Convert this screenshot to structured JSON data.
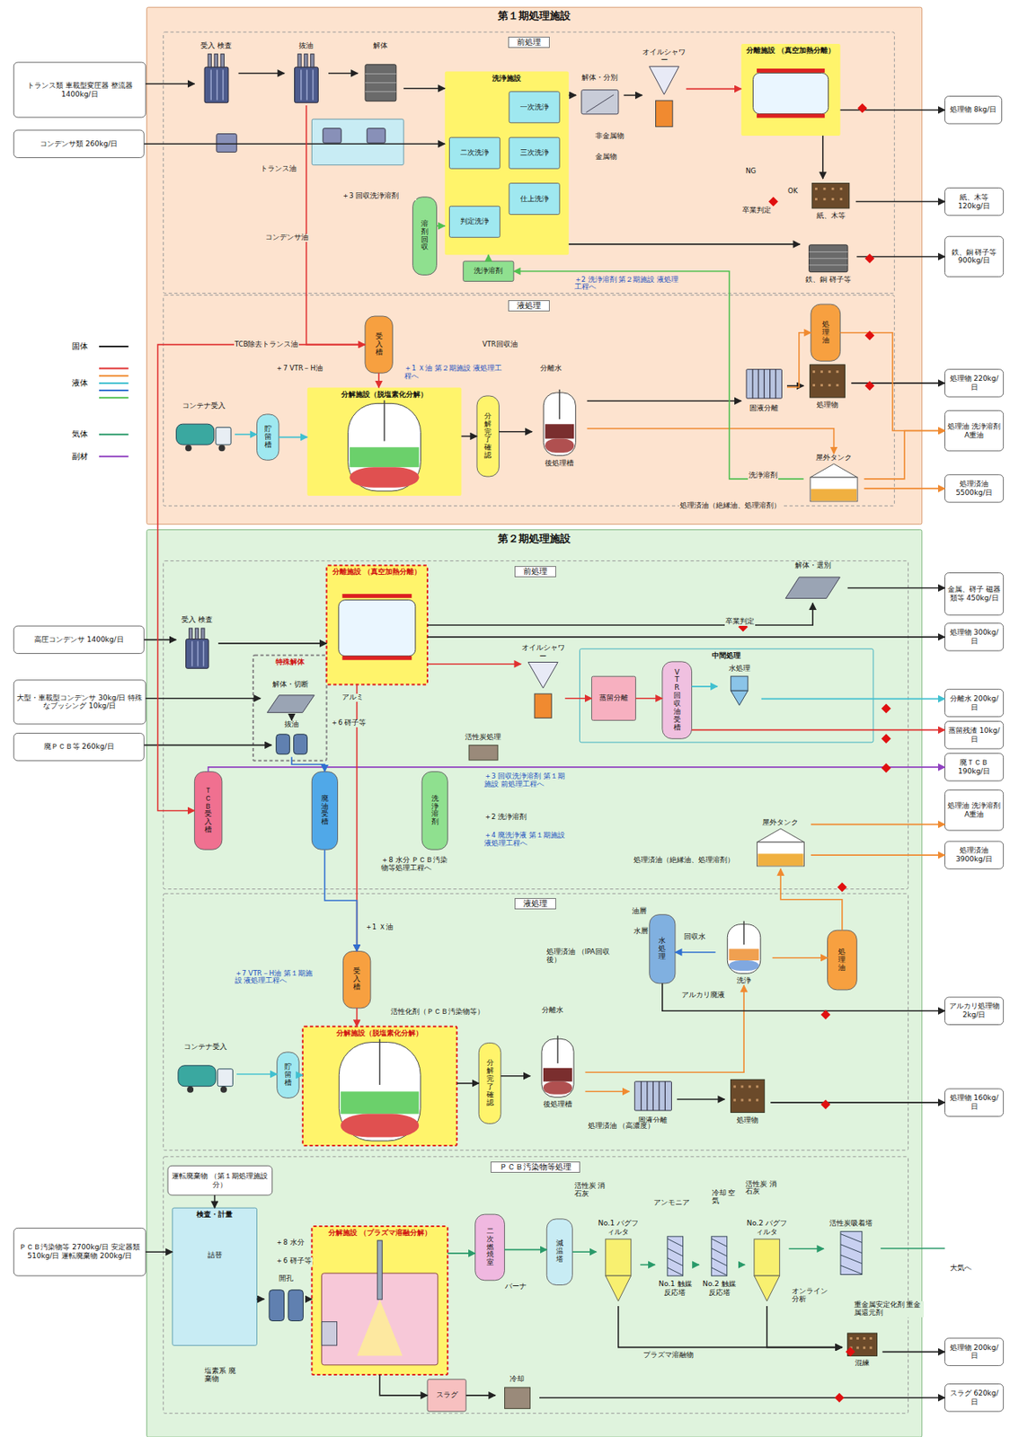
{
  "diagram": {
    "nodes": [
      {
        "text": [
          "第１期処理施設"
        ]
      },
      {
        "text": [
          "前処理"
        ],
        "in": 0
      },
      {
        "text": [
          "液処理"
        ],
        "in": 0
      },
      {
        "text": [
          "受入 検査"
        ],
        "in": 1
      },
      {
        "text": [
          "抜油"
        ],
        "in": 1
      },
      {
        "text": [
          "解体"
        ],
        "in": 1
      },
      {
        "text": [
          "洗浄施設"
        ],
        "in": 1
      },
      {
        "text": [
          "一次洗浄"
        ],
        "in": 6
      },
      {
        "text": [
          "二次洗浄"
        ],
        "in": 6
      },
      {
        "text": [
          "三次洗浄"
        ],
        "in": 6
      },
      {
        "text": [
          "仕上洗浄"
        ],
        "in": 6
      },
      {
        "text": [
          "判定洗浄"
        ],
        "in": 6
      },
      {
        "text": [
          "洗浄溶剤"
        ],
        "in": 1
      },
      {
        "text": [
          "溶剤回収"
        ],
        "in": 1
      },
      {
        "text": [
          "解体・分別"
        ],
        "in": 1
      },
      {
        "text": [
          "オイルシャワー"
        ],
        "in": 1
      },
      {
        "text": [
          "分離施設 （真空加熱分離）"
        ],
        "in": 1
      },
      {
        "text": [
          "紙、木等"
        ],
        "in": 1
      },
      {
        "text": [
          "鉄、銅 碍子等"
        ],
        "in": 1
      },
      {
        "text": [
          "処理物 8kg/日"
        ]
      },
      {
        "text": [
          "紙、木等 120kg/日"
        ]
      },
      {
        "text": [
          "鉄、銅 碍子等 900kg/日"
        ]
      },
      {
        "text": [
          "トランス類 車載型変圧器 整流器 1400kg/日"
        ]
      },
      {
        "text": [
          "コンデンサ類 260kg/日"
        ]
      },
      {
        "text": [
          "受入槽"
        ],
        "in": 2
      },
      {
        "text": [
          "コンテナ受入"
        ],
        "in": 2
      },
      {
        "text": [
          "貯留槽"
        ],
        "in": 2
      },
      {
        "text": [
          "分解施設（脱塩素化分解）"
        ],
        "in": 2
      },
      {
        "text": [
          "分解完了確認"
        ],
        "in": 2
      },
      {
        "text": [
          "後処理槽"
        ],
        "in": 2
      },
      {
        "text": [
          "固液分離"
        ],
        "in": 2
      },
      {
        "text": [
          "処理物"
        ],
        "in": 2
      },
      {
        "text": [
          "処理油"
        ],
        "in": 2
      },
      {
        "text": [
          "屋外タンク"
        ],
        "in": 2
      },
      {
        "text": [
          "処理物 220kg/日"
        ]
      },
      {
        "text": [
          "処理油 洗浄溶剤 A重油"
        ]
      },
      {
        "text": [
          "処理済油 5500kg/日"
        ]
      },
      {
        "text": [
          "第２期処理施設"
        ]
      },
      {
        "text": [
          "前処理"
        ],
        "in": 37
      },
      {
        "text": [
          "液処理"
        ],
        "in": 37
      },
      {
        "text": [
          "ＰＣＢ汚染物等処理"
        ],
        "in": 37
      },
      {
        "text": [
          "特殊解体"
        ],
        "in": 38
      },
      {
        "text": [
          "高圧コンデンサ 1400kg/日"
        ]
      },
      {
        "text": [
          "大型・車載型コンデンサ 30kg/日 特殊なブッシング 10kg/日"
        ]
      },
      {
        "text": [
          "廃ＰＣＢ等 260kg/日"
        ]
      },
      {
        "text": [
          "受入 検査"
        ],
        "in": 38
      },
      {
        "text": [
          "分離施設 （真空加熱分離）"
        ],
        "in": 38
      },
      {
        "text": [
          "解体・切断"
        ],
        "in": 41
      },
      {
        "text": [
          "抜油"
        ],
        "in": 41
      },
      {
        "text": [
          "解体・選別"
        ],
        "in": 38
      },
      {
        "text": [
          "オイルシャワー"
        ],
        "in": 38
      },
      {
        "text": [
          "中間処理"
        ],
        "in": 38
      },
      {
        "text": [
          "蒸留分離"
        ],
        "in": 51
      },
      {
        "text": [
          "VTR回収油受槽"
        ],
        "in": 51
      },
      {
        "text": [
          "水処理"
        ],
        "in": 51
      },
      {
        "text": [
          "活性炭処理"
        ],
        "in": 38
      },
      {
        "text": [
          "ＴＣＢ受入槽"
        ],
        "in": 38
      },
      {
        "text": [
          "廃油受槽"
        ],
        "in": 38
      },
      {
        "text": [
          "洗浄溶剤"
        ],
        "in": 38
      },
      {
        "text": [
          "屋外タンク"
        ],
        "in": 38
      },
      {
        "text": [
          "金属、碍子 磁器類等 450kg/日"
        ]
      },
      {
        "text": [
          "処理物 300kg/日"
        ]
      },
      {
        "text": [
          "分離水 200kg/日"
        ]
      },
      {
        "text": [
          "蒸留残渣 10kg/日"
        ]
      },
      {
        "text": [
          "廃ＴＣＢ 190kg/日"
        ]
      },
      {
        "text": [
          "処理油 洗浄溶剤 A重油"
        ]
      },
      {
        "text": [
          "処理済油 3900kg/日"
        ]
      },
      {
        "text": [
          "受入槽"
        ],
        "in": 39
      },
      {
        "text": [
          "コンテナ受入"
        ],
        "in": 39
      },
      {
        "text": [
          "貯留槽"
        ],
        "in": 39
      },
      {
        "text": [
          "分解施設（脱塩素化分解）"
        ],
        "in": 39
      },
      {
        "text": [
          "分解完了確認"
        ],
        "in": 39
      },
      {
        "text": [
          "後処理槽"
        ],
        "in": 39
      },
      {
        "text": [
          "水処理"
        ],
        "in": 39
      },
      {
        "text": [
          "洗浄"
        ],
        "in": 39
      },
      {
        "text": [
          "処理油"
        ],
        "in": 39
      },
      {
        "text": [
          "固液分離"
        ],
        "in": 39
      },
      {
        "text": [
          "処理物"
        ],
        "in": 39
      },
      {
        "text": [
          "アルカリ処理物 2kg/日"
        ]
      },
      {
        "text": [
          "処理物 160kg/日"
        ]
      },
      {
        "text": [
          "運転廃棄物 （第１期処理施設分）"
        ],
        "in": 40
      },
      {
        "text": [
          "ＰＣＢ汚染物等 2700kg/日 安定器類 510kg/日 運転廃棄物 200kg/日"
        ]
      },
      {
        "text": [
          "検査・計量",
          "詰替"
        ],
        "in": 40
      },
      {
        "text": [
          "開孔"
        ],
        "in": 40
      },
      {
        "text": [
          "分解施設 （プラズマ溶融分解）"
        ],
        "in": 40
      },
      {
        "text": [
          "二次燃焼室"
        ],
        "in": 40
      },
      {
        "text": [
          "減温塔"
        ],
        "in": 40
      },
      {
        "text": [
          "No.1 バグフィルタ"
        ],
        "in": 40
      },
      {
        "text": [
          "No.1 触媒反応塔"
        ],
        "in": 40
      },
      {
        "text": [
          "No.2 触媒反応塔"
        ],
        "in": 40
      },
      {
        "text": [
          "No.2 バグフィルタ"
        ],
        "in": 40
      },
      {
        "text": [
          "活性炭吸着塔"
        ],
        "in": 40
      },
      {
        "text": [
          "スラグ"
        ],
        "in": 40
      },
      {
        "text": [
          "冷却"
        ],
        "in": 40
      },
      {
        "text": [
          "混練"
        ],
        "in": 40
      },
      {
        "text": [
          "処理物 200kg/日"
        ]
      },
      {
        "text": [
          "スラグ 620kg/日"
        ]
      }
    ],
    "edges": [
      {
        "from": 22,
        "to": 3,
        "arrow": "to"
      },
      {
        "from": 3,
        "to": 4,
        "arrow": "to"
      },
      {
        "from": 4,
        "to": 5,
        "arrow": "to"
      },
      {
        "from": 5,
        "to": 6,
        "arrow": "to"
      },
      {
        "from": 23,
        "to": 6,
        "arrow": "to"
      },
      {
        "from": 12,
        "to": 6,
        "arrow": "to"
      },
      {
        "from": 13,
        "to": 6,
        "arrow": "to"
      },
      {
        "from": 6,
        "to": 14,
        "arrow": "to"
      },
      {
        "from": 14,
        "to": 15,
        "arrow": "to"
      },
      {
        "from": 15,
        "to": 16,
        "arrow": "to"
      },
      {
        "from": 16,
        "to": 19,
        "arrow": "to"
      },
      {
        "from": 16,
        "to": 17,
        "arrow": "to"
      },
      {
        "from": 17,
        "to": 20,
        "arrow": "to"
      },
      {
        "from": 6,
        "to": 18,
        "arrow": "to"
      },
      {
        "from": 18,
        "to": 21,
        "arrow": "to"
      },
      {
        "from": 4,
        "to": 24,
        "arrow": "to"
      },
      {
        "from": 25,
        "to": 26,
        "arrow": "to"
      },
      {
        "from": 26,
        "to": 27,
        "arrow": "to"
      },
      {
        "from": 24,
        "to": 27,
        "arrow": "to"
      },
      {
        "from": 27,
        "to": 28,
        "arrow": "to"
      },
      {
        "from": 28,
        "to": 29,
        "arrow": "to"
      },
      {
        "from": 29,
        "to": 30,
        "arrow": "to"
      },
      {
        "from": 30,
        "to": 31,
        "arrow": "to"
      },
      {
        "from": 31,
        "to": 34,
        "arrow": "to"
      },
      {
        "from": 30,
        "to": 32,
        "arrow": "to"
      },
      {
        "from": 32,
        "to": 35,
        "arrow": "to"
      },
      {
        "from": 29,
        "to": 33,
        "arrow": "to"
      },
      {
        "from": 33,
        "to": 35,
        "arrow": "to"
      },
      {
        "from": 33,
        "to": 36,
        "arrow": "to"
      },
      {
        "from": 33,
        "to": 12,
        "arrow": "to"
      },
      {
        "from": 42,
        "to": 45,
        "arrow": "to"
      },
      {
        "from": 45,
        "to": 46,
        "arrow": "to"
      },
      {
        "from": 43,
        "to": 47,
        "arrow": "to"
      },
      {
        "from": 47,
        "to": 48,
        "arrow": "to"
      },
      {
        "from": 44,
        "to": 48,
        "arrow": "to"
      },
      {
        "from": 46,
        "to": 49,
        "arrow": "to"
      },
      {
        "from": 46,
        "to": 61,
        "arrow": "to"
      },
      {
        "from": 49,
        "to": 60,
        "arrow": "to"
      },
      {
        "from": 46,
        "to": 50,
        "arrow": "to"
      },
      {
        "from": 50,
        "to": 52,
        "arrow": "to"
      },
      {
        "from": 52,
        "to": 53,
        "arrow": "to"
      },
      {
        "from": 53,
        "to": 54,
        "arrow": "to"
      },
      {
        "from": 54,
        "to": 62,
        "arrow": "to"
      },
      {
        "from": 53,
        "to": 63,
        "arrow": "to"
      },
      {
        "from": 56,
        "to": 64,
        "arrow": "to"
      },
      {
        "from": 24,
        "to": 56,
        "arrow": "to"
      },
      {
        "from": 46,
        "to": 67,
        "arrow": "to"
      },
      {
        "from": 57,
        "to": 67,
        "arrow": "to"
      },
      {
        "from": 48,
        "to": 57,
        "arrow": "to"
      },
      {
        "from": 59,
        "to": 65,
        "arrow": "to"
      },
      {
        "from": 59,
        "to": 66,
        "arrow": "to"
      },
      {
        "from": 68,
        "to": 69,
        "arrow": "to"
      },
      {
        "from": 69,
        "to": 70,
        "arrow": "to"
      },
      {
        "from": 67,
        "to": 70,
        "arrow": "to"
      },
      {
        "from": 70,
        "to": 71,
        "arrow": "to"
      },
      {
        "from": 71,
        "to": 72,
        "arrow": "to"
      },
      {
        "from": 72,
        "to": 76,
        "arrow": "to"
      },
      {
        "from": 76,
        "to": 77,
        "arrow": "to"
      },
      {
        "from": 77,
        "to": 79,
        "arrow": "to"
      },
      {
        "from": 72,
        "to": 74,
        "arrow": "to"
      },
      {
        "from": 74,
        "to": 73,
        "arrow": "to"
      },
      {
        "from": 73,
        "to": 78,
        "arrow": "to"
      },
      {
        "from": 74,
        "to": 75,
        "arrow": "to"
      },
      {
        "from": 75,
        "to": 59,
        "arrow": "to"
      },
      {
        "from": 81,
        "to": 82,
        "arrow": "to"
      },
      {
        "from": 80,
        "to": 82,
        "arrow": "to"
      },
      {
        "from": 82,
        "to": 83,
        "arrow": "to"
      },
      {
        "from": 83,
        "to": 84,
        "arrow": "to"
      },
      {
        "from": 84,
        "to": 85,
        "arrow": "to"
      },
      {
        "from": 85,
        "to": 86,
        "arrow": "to"
      },
      {
        "from": 86,
        "to": 87,
        "arrow": "to"
      },
      {
        "from": 87,
        "to": 88,
        "arrow": "to"
      },
      {
        "from": 88,
        "to": 89,
        "arrow": "to"
      },
      {
        "from": 89,
        "to": 90,
        "arrow": "to"
      },
      {
        "from": 90,
        "to": 91,
        "arrow": "to"
      },
      {
        "from": 84,
        "to": 92,
        "arrow": "to"
      },
      {
        "from": 92,
        "to": 93,
        "arrow": "to"
      },
      {
        "from": 93,
        "to": 96,
        "arrow": "to"
      },
      {
        "from": 87,
        "to": 94,
        "arrow": "to"
      },
      {
        "from": 90,
        "to": 94,
        "arrow": "to"
      },
      {
        "from": 94,
        "to": 95,
        "arrow": "to"
      }
    ],
    "labels": [
      "トランス油",
      "コンデンサ油",
      "＋3 回収洗浄溶剤",
      "＋2 洗浄溶剤 第２期施設 液処理工程へ",
      "非金属物",
      "金属物",
      "NG",
      "OK",
      "卒業判定",
      "TCB除去トランス油",
      "VTR回収油",
      "＋7 VTR－H油",
      "＋1 Ｘ油 第２期施設 液処理工程へ",
      "分離水",
      "洗浄溶剤",
      "処理済油（絶縁油、処理溶剤）",
      "卒業判定",
      "アルミ",
      "＋6 碍子等",
      "＋8 水分 ＰＣＢ汚染物等処理工程へ",
      "＋3 回収洗浄溶剤 第１期施設 前処理工程へ",
      "＋2 洗浄溶剤",
      "＋4 廃洗浄液 第１期施設 液処理工程へ",
      "処理済油（絶縁油、処理溶剤）",
      "＋1 Ｘ油",
      "＋7 VTR－H油 第１期施設 液処理工程へ",
      "活性化剤（ＰＣＢ汚染物等）",
      "分離水",
      "油層",
      "水層",
      "回収水",
      "処理済油 （IPA回収後）",
      "アルカリ廃液",
      "処理済油 （高濃度）",
      "＋8 水分",
      "＋6 碍子等",
      "塩素系 廃棄物",
      "バーナ",
      "活性炭 消石灰",
      "アンモニア",
      "冷却 空気",
      "活性炭 消石灰",
      "オンライン 分析",
      "重金属安定化剤 重金属還元剤",
      "大気へ",
      "プラズマ溶融物"
    ],
    "legend": [
      {
        "text": "固体"
      },
      {
        "text": "液体"
      },
      {
        "text": "気体"
      },
      {
        "text": "副材"
      }
    ]
  }
}
